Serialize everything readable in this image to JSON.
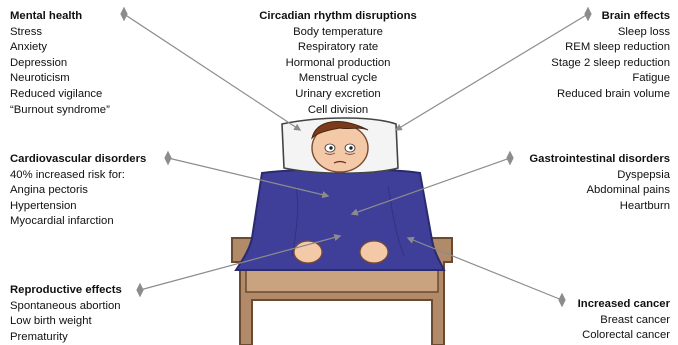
{
  "blocks": {
    "mental": {
      "title": "Mental health",
      "items": [
        "Stress",
        "Anxiety",
        "Depression",
        "Neuroticism",
        "Reduced vigilance",
        "“Burnout syndrome”"
      ]
    },
    "circadian": {
      "title": "Circadian rhythm disruptions",
      "items": [
        "Body temperature",
        "Respiratory rate",
        "Hormonal production",
        "Menstrual cycle",
        "Urinary excretion",
        "Cell division"
      ]
    },
    "brain": {
      "title": "Brain effects",
      "items": [
        "Sleep loss",
        "REM sleep reduction",
        "Stage 2 sleep reduction",
        "Fatigue",
        "Reduced brain volume"
      ]
    },
    "cardio": {
      "title": "Cardiovascular disorders",
      "items": [
        "40% increased risk for:",
        "Angina pectoris",
        "Hypertension",
        "Myocardial infarction"
      ]
    },
    "gastro": {
      "title": "Gastrointestinal disorders",
      "items": [
        "Dyspepsia",
        "Abdominal pains",
        "Heartburn"
      ]
    },
    "repro": {
      "title": "Reproductive effects",
      "items": [
        "Spontaneous abortion",
        "Low birth weight",
        "Prematurity"
      ]
    },
    "cancer": {
      "title": "Increased cancer",
      "items": [
        "Breast cancer",
        "Colorectal cancer"
      ]
    }
  },
  "colors": {
    "arrow": "#8c8c8c",
    "blanket": "#3f3f9a",
    "blanket_dark": "#2a2a6e",
    "bed_frame": "#b08a69",
    "bed_frame_dark": "#6b4a30",
    "pillow": "#f4f4f4",
    "skin": "#f3c9a8",
    "hair": "#7a3b1d"
  },
  "illustration": {
    "subject": "person lying awake in bed under blue blanket"
  }
}
